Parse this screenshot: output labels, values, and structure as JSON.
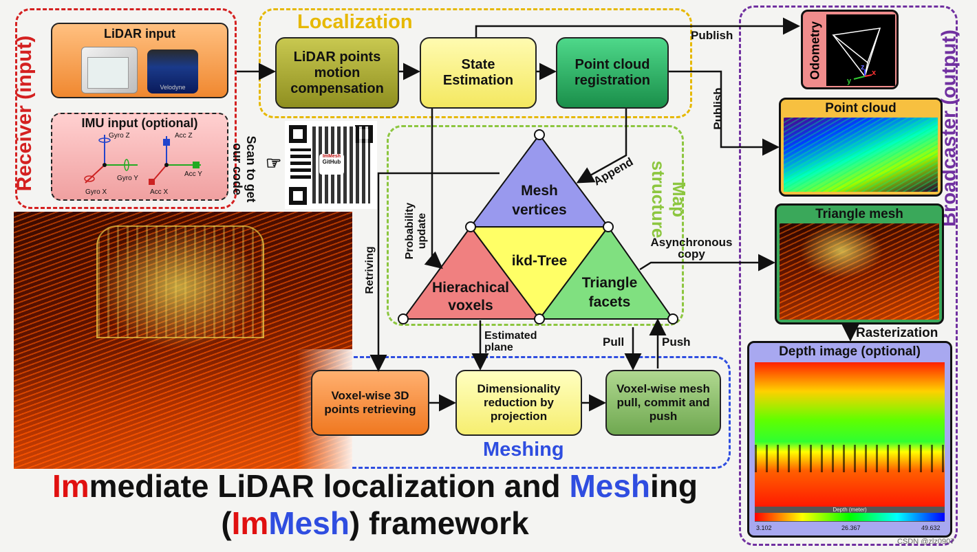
{
  "receiver": {
    "label": "Receiver (input)",
    "lidar_title": "LiDAR input",
    "imu_title": "IMU input (optional)",
    "axes": {
      "gyro_z": "Gyro Z",
      "gyro_y": "Gyro Y",
      "gyro_x": "Gyro X",
      "acc_z": "Acc Z",
      "acc_y": "Acc Y",
      "acc_x": "Acc X"
    },
    "sensor_brand": "Velodyne"
  },
  "localization": {
    "label": "Localization",
    "motion_comp": "LiDAR points motion compensation",
    "state_est": "State Estimation",
    "registration": "Point cloud registration"
  },
  "qr": {
    "scan_text": "Scan to get our code",
    "qr_caption": "GitHub",
    "qr_brand": "ImMesh"
  },
  "map": {
    "label": "Map structure",
    "mesh_vertices": "Mesh vertices",
    "ikd_tree": "ikd-Tree",
    "voxels": "Hierachical voxels",
    "facets": "Triangle facets"
  },
  "edges": {
    "publish_1": "Publish",
    "publish_2": "Publish",
    "append": "Append",
    "prob_update": "Probability update",
    "retriving": "Retriving",
    "async_copy": "Asynchronous copy",
    "est_plane": "Estimated plane",
    "pull": "Pull",
    "push": "Push",
    "rasterization": "Rasterization"
  },
  "meshing": {
    "label": "Meshing",
    "retrieving": "Voxel-wise 3D points retrieving",
    "dim_reduction": "Dimensionality reduction by projection",
    "mesh_pull": "Voxel-wise mesh pull, commit and push"
  },
  "broadcaster": {
    "label": "Broadcaster (output)",
    "odometry": "Odometry",
    "point_cloud": "Point cloud",
    "triangle_mesh": "Triangle mesh",
    "depth_image": "Depth image (optional)",
    "depth_axis": "Depth (meter)",
    "depth_min": "3.102",
    "depth_mid": "26.367",
    "depth_max": "49.632",
    "odo_axes": {
      "z": "z",
      "y": "y",
      "x": "x"
    }
  },
  "title": {
    "p1_red": "Im",
    "p1_rest": "mediate LiDAR localization and ",
    "p1_blue": "Mesh",
    "p1_end": "ing",
    "p2_open": "(",
    "p2_red": "Im",
    "p2_blue": "Mesh",
    "p2_close": ") framework"
  },
  "watermark": "CSDN @zlz0907",
  "colors": {
    "receiver": "#d42020",
    "localization": "#e6b800",
    "map": "#8cc63f",
    "meshing": "#2e4de0",
    "broadcaster": "#7030a0",
    "title_red": "#e01010",
    "title_blue": "#2f4de0"
  }
}
